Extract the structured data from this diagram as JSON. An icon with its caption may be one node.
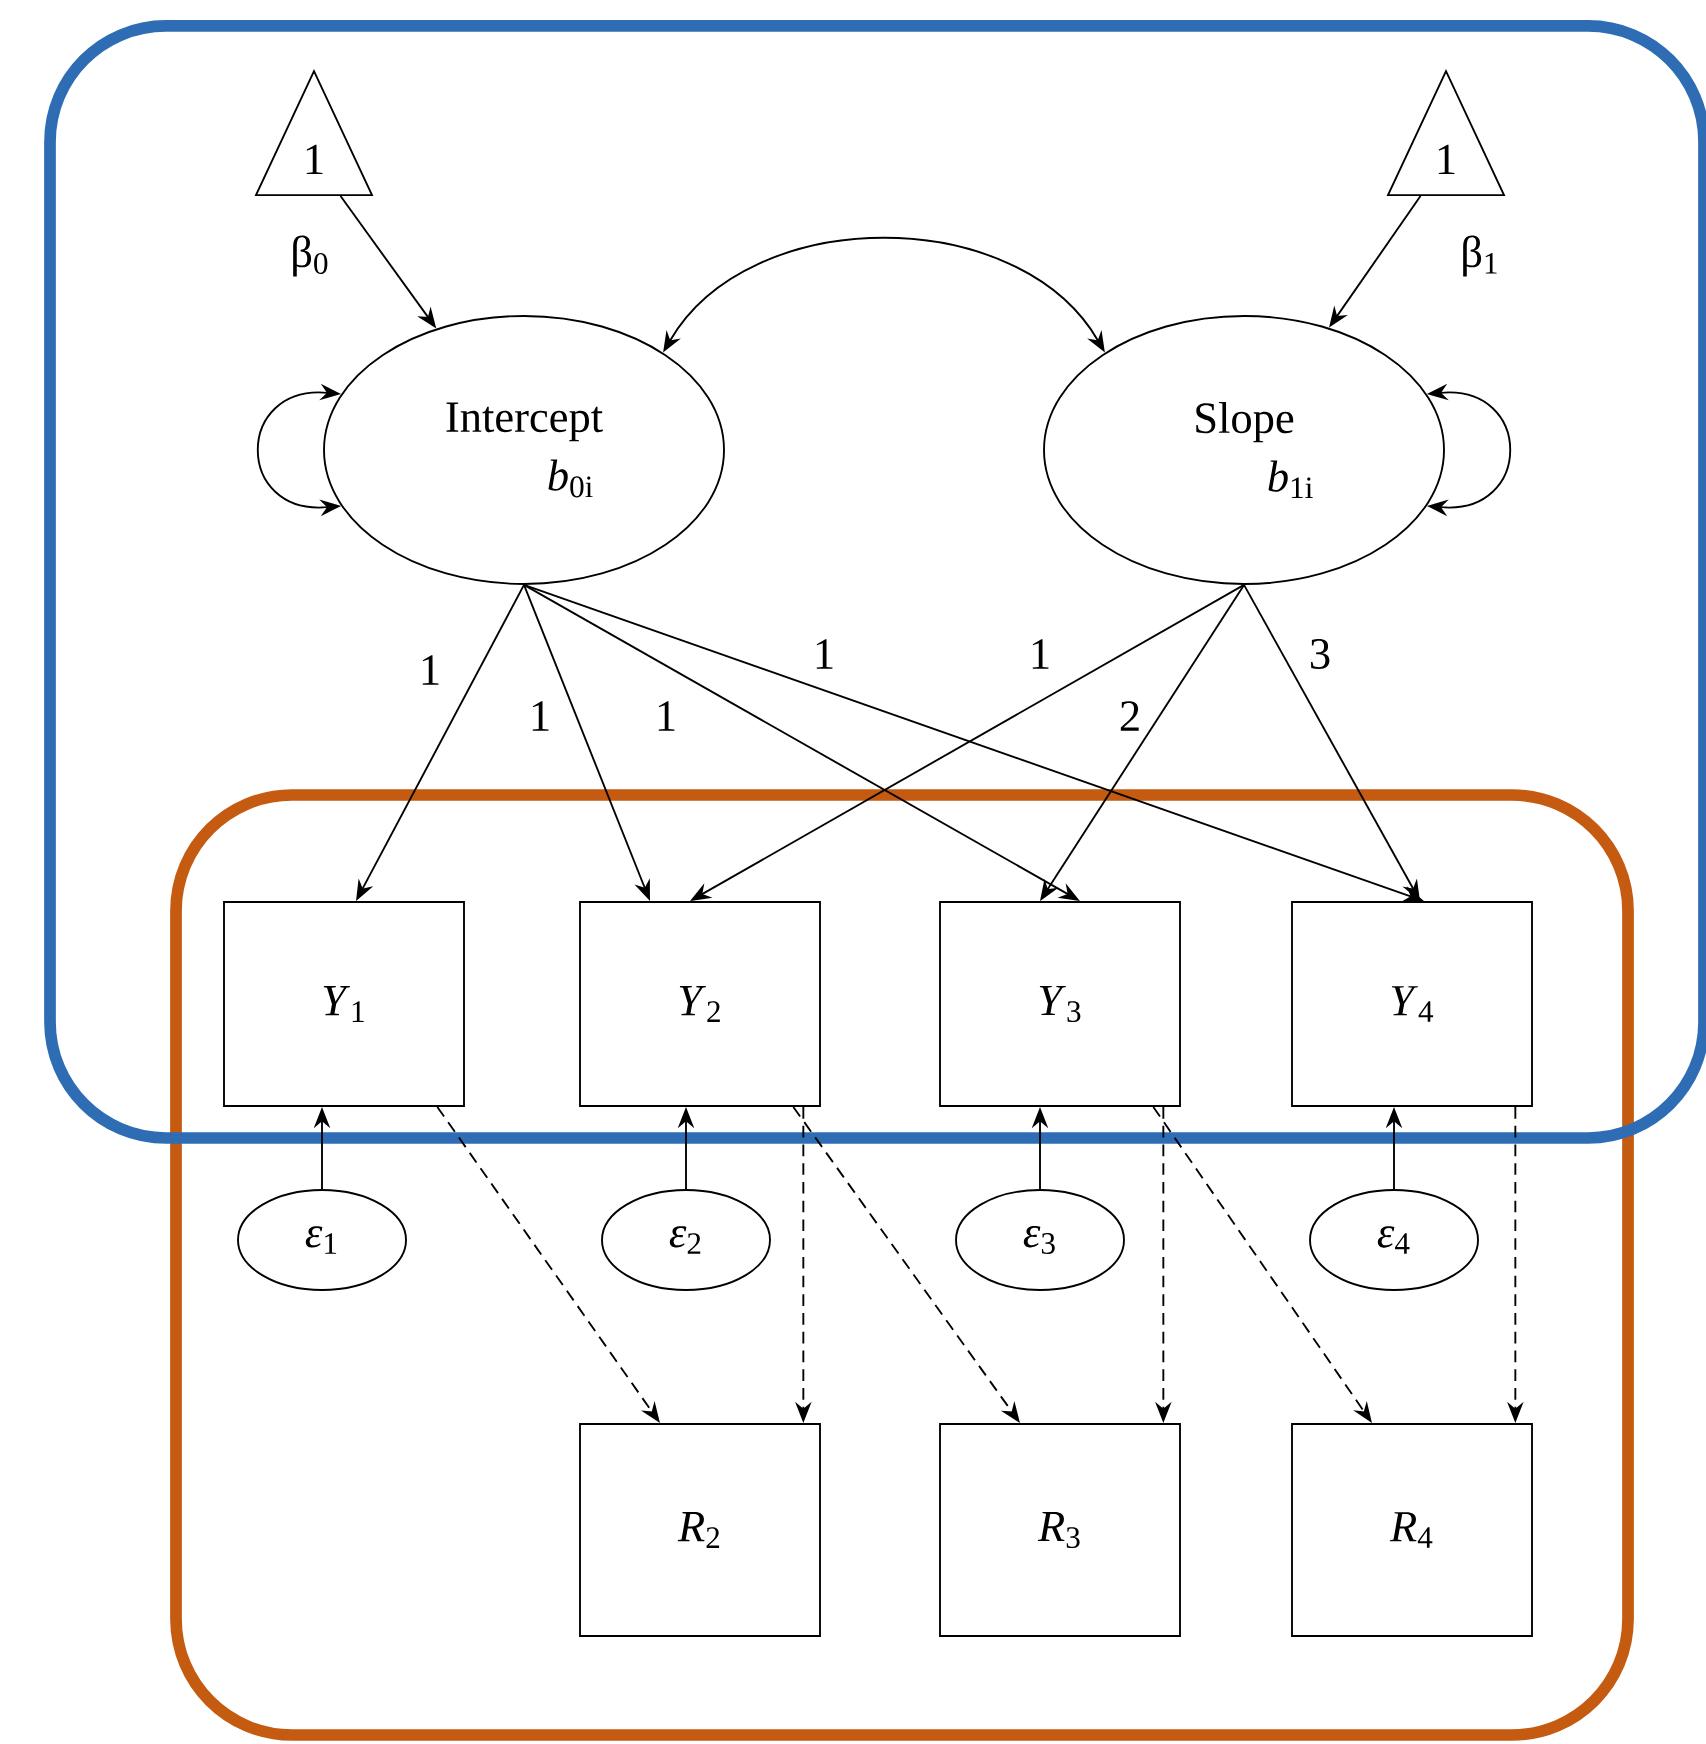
{
  "diagram": {
    "nodes": [
      {
        "text": [],
        "shape": "box"
      },
      {
        "text": [],
        "shape": "box"
      },
      {
        "text": [
          "1"
        ],
        "in": 0
      },
      {
        "text": [
          "1"
        ],
        "in": 0
      },
      {
        "text": [
          "Intercept",
          "*b*$_{0i}$"
        ],
        "in": 0
      },
      {
        "text": [
          "Slope",
          "*b*$_{1i}$"
        ],
        "in": 0
      },
      {
        "text": [
          "*Y*$_{1}$"
        ]
      },
      {
        "text": [
          "*Y*$_{2}$"
        ]
      },
      {
        "text": [
          "*Y*$_{3}$"
        ]
      },
      {
        "text": [
          "*Y*$_{4}$"
        ]
      },
      {
        "text": [
          "*ε*$_{1}$"
        ],
        "in": 1
      },
      {
        "text": [
          "*ε*$_{2}$"
        ],
        "in": 1
      },
      {
        "text": [
          "*ε*$_{3}$"
        ],
        "in": 1
      },
      {
        "text": [
          "*ε*$_{4}$"
        ],
        "in": 1
      },
      {
        "text": [
          "*R*$_{2}$"
        ],
        "in": 1
      },
      {
        "text": [
          "*R*$_{3}$"
        ],
        "in": 1
      },
      {
        "text": [
          "*R*$_{4}$"
        ],
        "in": 1
      }
    ],
    "edges": [
      {
        "from": 2,
        "to": 4,
        "arrow": "to",
        "label": "β$_{0}$"
      },
      {
        "from": 3,
        "to": 5,
        "arrow": "to",
        "label": "β$_{1}$"
      },
      {
        "from": 4,
        "to": 5,
        "arrow": "both"
      },
      {
        "from": 4,
        "to": 4,
        "arrow": "both"
      },
      {
        "from": 5,
        "to": 5,
        "arrow": "both"
      },
      {
        "from": 4,
        "to": 6,
        "arrow": "to",
        "label": "1"
      },
      {
        "from": 4,
        "to": 7,
        "arrow": "to",
        "label": "1"
      },
      {
        "from": 4,
        "to": 8,
        "arrow": "to",
        "label": "1"
      },
      {
        "from": 4,
        "to": 9,
        "arrow": "to",
        "label": "1"
      },
      {
        "from": 5,
        "to": 7,
        "arrow": "to",
        "label": "1"
      },
      {
        "from": 5,
        "to": 8,
        "arrow": "to",
        "label": "2"
      },
      {
        "from": 5,
        "to": 9,
        "arrow": "to",
        "label": "3"
      },
      {
        "from": 10,
        "to": 6,
        "arrow": "to"
      },
      {
        "from": 11,
        "to": 7,
        "arrow": "to"
      },
      {
        "from": 12,
        "to": 8,
        "arrow": "to"
      },
      {
        "from": 13,
        "to": 9,
        "arrow": "to"
      },
      {
        "from": 6,
        "to": 14,
        "arrow": "to",
        "style": "dashed"
      },
      {
        "from": 7,
        "to": 14,
        "arrow": "to",
        "style": "dashed"
      },
      {
        "from": 7,
        "to": 15,
        "arrow": "to",
        "style": "dashed"
      },
      {
        "from": 8,
        "to": 15,
        "arrow": "to",
        "style": "dashed"
      },
      {
        "from": 8,
        "to": 16,
        "arrow": "to",
        "style": "dashed"
      },
      {
        "from": 9,
        "to": 16,
        "arrow": "to",
        "style": "dashed"
      }
    ]
  }
}
